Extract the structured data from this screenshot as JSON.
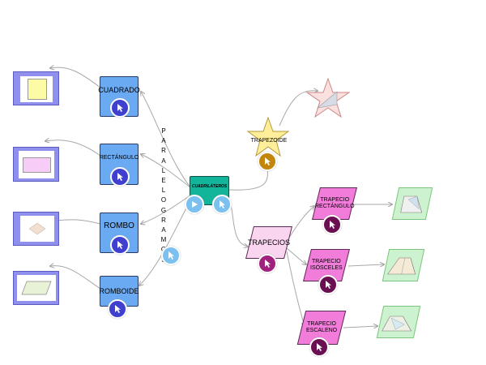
{
  "title": "CUADRILÁTEROS",
  "groups": {
    "paralelogramos": {
      "label": "PARALELOGRAMOS",
      "letters": [
        "P",
        "A",
        "R",
        "A",
        "L",
        "E",
        "L",
        "O",
        "G",
        "R",
        "A",
        "M",
        "O",
        "S"
      ],
      "items": [
        "CUADRADO",
        "RECTÁNGULO",
        "ROMBO",
        "ROMBOIDE"
      ]
    },
    "trapezoide": {
      "label": "TRAPEZOIDE"
    },
    "trapecios": {
      "label": "TRAPECIOS",
      "items": [
        {
          "line1": "TRAPECIO",
          "line2": "RECTÁNGULO"
        },
        {
          "line1": "TRAPECIO",
          "line2": "ISÓSCELES"
        },
        {
          "line1": "TRAPECIO",
          "line2": "ESCALENO"
        }
      ]
    }
  },
  "icons": {
    "cursor": "cursor-arrow-icon",
    "play": "play-icon"
  },
  "colors": {
    "blue_node": "#6aaaf2",
    "teal_node": "#12b59a",
    "trapecios_node": "#fad5ef",
    "trapecio_item": "#f27cda",
    "trapezoide_star": "#ffef9a",
    "connector": "#a8a8a8"
  }
}
